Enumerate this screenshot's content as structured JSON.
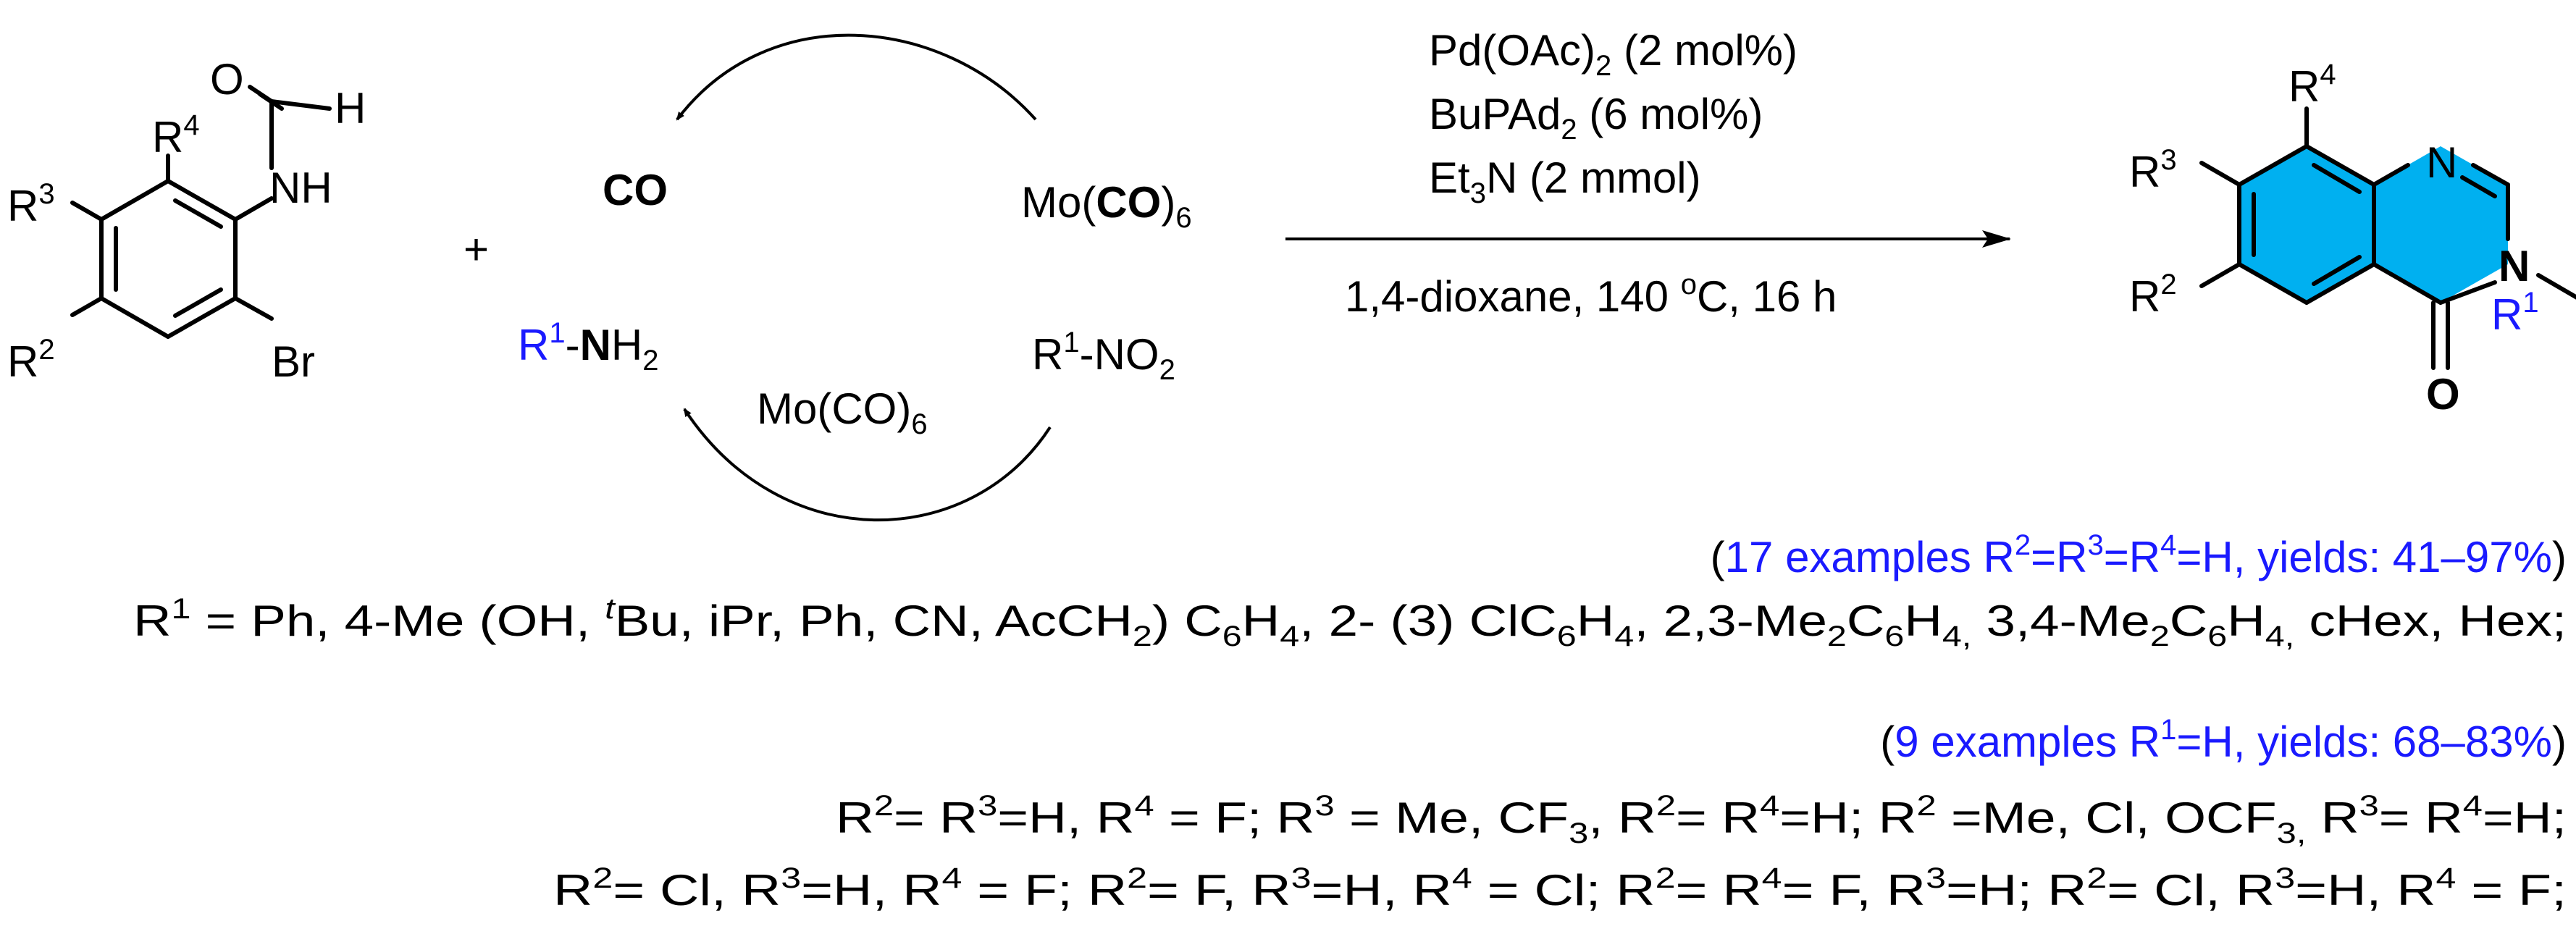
{
  "colors": {
    "text": "#000000",
    "highlight": "#1a1aff",
    "ring_fill": "#00b0f0"
  },
  "starting_material": {
    "r4": "R",
    "r4_sup": "4",
    "r3": "R",
    "r3_sup": "3",
    "r2": "R",
    "r2_sup": "2",
    "nh": "NH",
    "o": "O",
    "h": "H",
    "br": "Br"
  },
  "plus": "+",
  "cycle": {
    "co": "CO",
    "mo_top_pre": "Mo(",
    "mo_top_bold": "CO",
    "mo_top_post": ")",
    "mo_top_sub": "6",
    "mo_bottom": "Mo(CO)",
    "mo_bottom_sub": "6",
    "amine_r": "R",
    "amine_sup": "1",
    "amine_dash": "-",
    "amine_n": "N",
    "amine_h": "H",
    "amine_sub": "2",
    "nitro_r": "R",
    "nitro_sup": "1",
    "nitro_rest": "-NO",
    "nitro_sub": "2"
  },
  "conditions": {
    "line1_pre": "Pd(OAc)",
    "line1_sub": "2",
    "line1_post": " (2 mol%)",
    "line2_pre": "BuPAd",
    "line2_sub": "2",
    "line2_post": " (6 mol%)",
    "line3_pre": "Et",
    "line3_sub": "3",
    "line3_post": "N (2 mmol)",
    "line4_pre": "1,4-dioxane, 140 ",
    "line4_sup": "o",
    "line4_post": "C, 16 h"
  },
  "product": {
    "r4": "R",
    "r4_sup": "4",
    "r3": "R",
    "r3_sup": "3",
    "r2": "R",
    "r2_sup": "2",
    "n_top": "N",
    "n_amide": "N",
    "o": "O",
    "r1": "R",
    "r1_sup": "1"
  },
  "scope": {
    "set1_header": {
      "p1": "(",
      "p2": "17 examples R",
      "s1": "2",
      "p3": "=R",
      "s2": "3",
      "p4": "=R",
      "s3": "4",
      "p5": "=H, yields: 41–97%",
      "p6": ")"
    },
    "set1_line": {
      "p1": "R",
      "s1": "1",
      "p2": " = Ph, 4-Me (OH, ",
      "s2": "t",
      "p3": "Bu, iPr, Ph, CN, AcCH",
      "sub1": "2",
      "p4": ") C",
      "sub2": "6",
      "p5": "H",
      "sub3": "4",
      "p6": ", 2- (3) ClC",
      "sub4": "6",
      "p7": "H",
      "sub5": "4",
      "p8": ", 2,3-Me",
      "sub6": "2",
      "p9": "C",
      "sub7": "6",
      "p10": "H",
      "sub8": "4,",
      "p11": " 3,4-Me",
      "sub9": "2",
      "p12": "C",
      "sub10": "6",
      "p13": "H",
      "sub11": "4,",
      "p14": " cHex, Hex;"
    },
    "set2_header": {
      "p1": "(",
      "p2": "9 examples R",
      "s1": "1",
      "p3": "=H, yields: 68–83%",
      "p4": ")"
    },
    "set2_line1": {
      "p1": "R",
      "s1": "2",
      "p2": "= R",
      "s2": "3",
      "p3": "=H, R",
      "s3": "4",
      "p4": " = F; R",
      "s4": "3",
      "p5": " = Me, CF",
      "sub1": "3",
      "p6": ", R",
      "s5": "2",
      "p7": "= R",
      "s6": "4",
      "p8": "=H; R",
      "s7": "2",
      "p9": " =Me, Cl, OCF",
      "sub2": "3,",
      "p10": " R",
      "s8": "3",
      "p11": "= R",
      "s9": "4",
      "p12": "=H;"
    },
    "set2_line2": {
      "p1": "R",
      "s1": "2",
      "p2": "= Cl,  R",
      "s2": "3",
      "p3": "=H, R",
      "s3": "4",
      "p4": " = F; R",
      "s4": "2",
      "p5": "= F,  R",
      "s5": "3",
      "p6": "=H, R",
      "s6": "4",
      "p7": " = Cl; R",
      "s7": "2",
      "p8": "= R",
      "s8": "4",
      "p9": "= F,  R",
      "s9": "3",
      "p10": "=H; R",
      "s10": "2",
      "p11": "= Cl, R",
      "s11": "3",
      "p12": "=H, R",
      "s12": "4",
      "p13": " = F;"
    }
  }
}
